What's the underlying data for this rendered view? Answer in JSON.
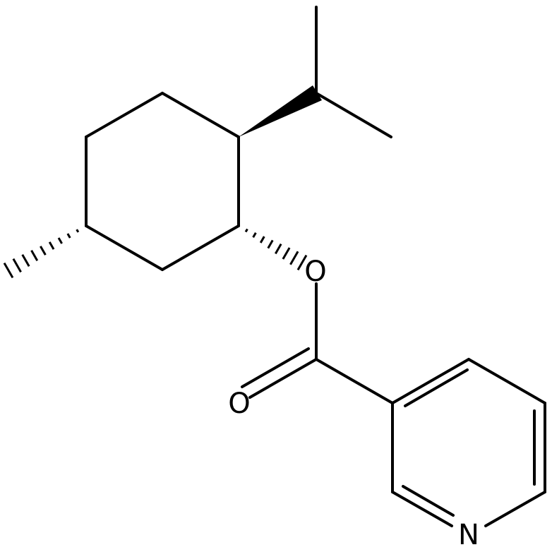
{
  "molecule": {
    "atom_labels": {
      "ester_oxygen": "O",
      "carbonyl_oxygen": "O",
      "ring_nitrogen": "N"
    },
    "colors": {
      "bond": "#000000",
      "background": "#ffffff"
    }
  }
}
